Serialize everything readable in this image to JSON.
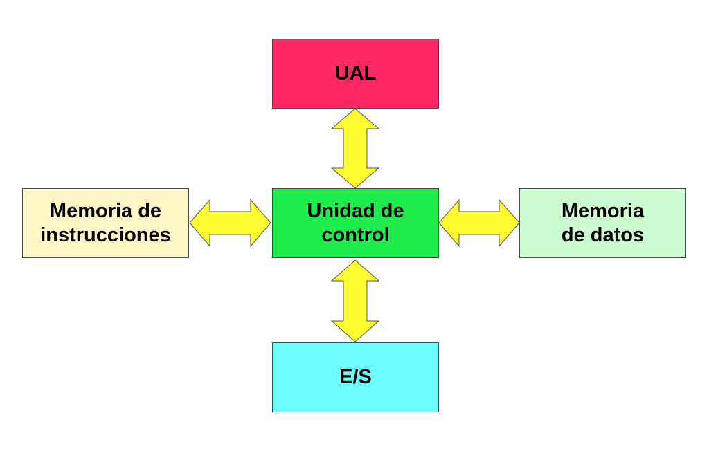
{
  "diagram": {
    "nodes": {
      "ual": {
        "label": "UAL",
        "color": "#ff2864"
      },
      "control": {
        "label": "Unidad de control",
        "color": "#1fed4d"
      },
      "es": {
        "label": "E/S",
        "color": "#6efdfd"
      },
      "memoria_instrucciones": {
        "label": "Memoria de instrucciones",
        "color": "#fff8c6"
      },
      "memoria_datos": {
        "label": "Memoria de datos",
        "color": "#ccfccf"
      }
    },
    "edges": [
      {
        "from": "control",
        "to": "ual",
        "bidirectional": true
      },
      {
        "from": "control",
        "to": "es",
        "bidirectional": true
      },
      {
        "from": "control",
        "to": "memoria_instrucciones",
        "bidirectional": true
      },
      {
        "from": "control",
        "to": "memoria_datos",
        "bidirectional": true
      }
    ],
    "arrow_color": "#ffff33"
  }
}
